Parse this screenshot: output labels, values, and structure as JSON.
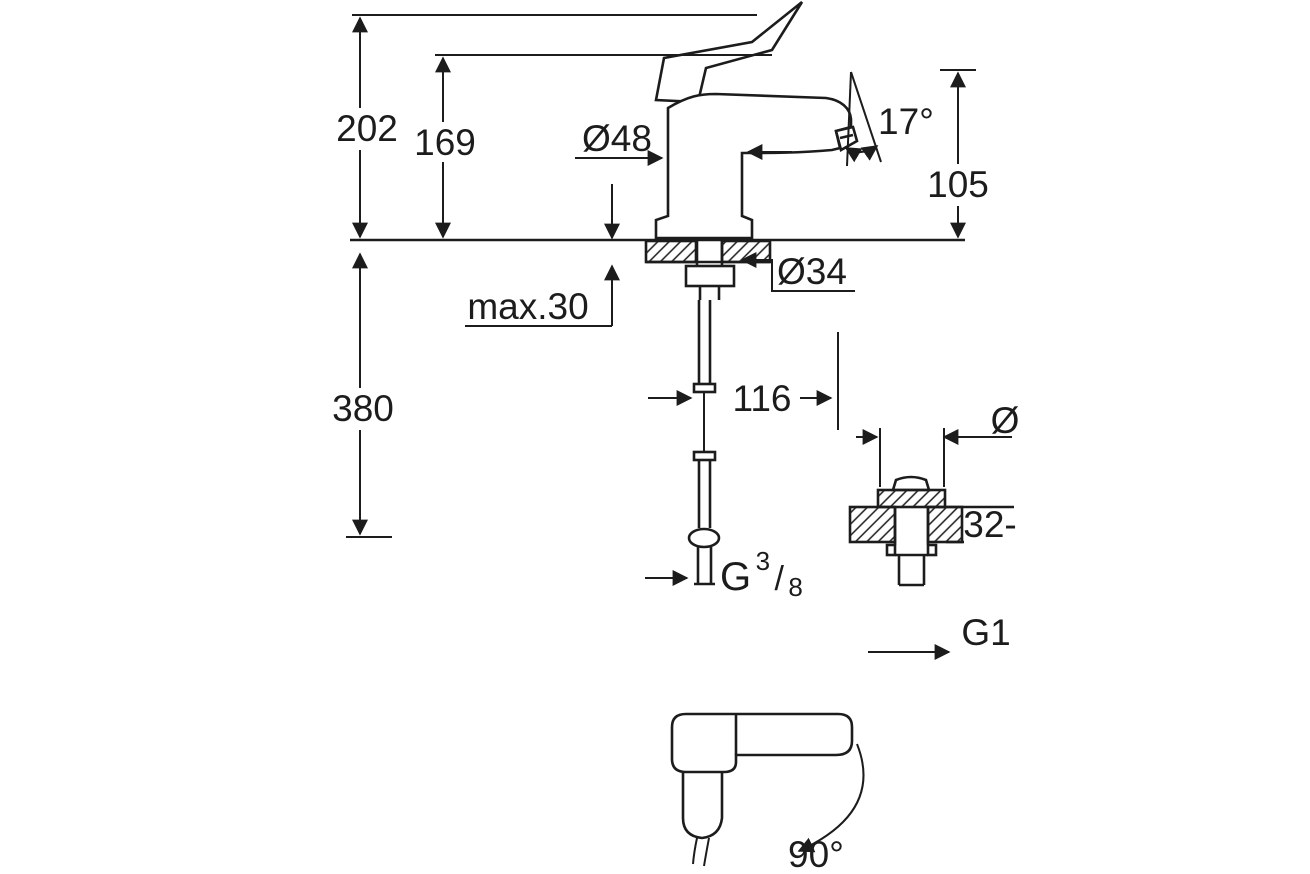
{
  "drawing": {
    "labels": {
      "overall_height": "202",
      "faucet_height": "169",
      "body_diameter": "Ø48",
      "spout_angle": "17°",
      "spout_height": "105",
      "shank_diameter": "Ø34",
      "max_mounting_thickness": "max.30",
      "hose_length": "380",
      "hose_offset": "116",
      "waste_flange_diameter": "Ø",
      "waste_deck_thickness": "32-",
      "supply_thread_prefix": "G",
      "supply_thread_numerator": "3",
      "supply_thread_divider": "/",
      "supply_thread_denominator": "8",
      "waste_thread": "G1",
      "handle_rotation_angle": "90°"
    },
    "colors": {
      "line": "#1c1c1c",
      "background": "#ffffff"
    }
  }
}
